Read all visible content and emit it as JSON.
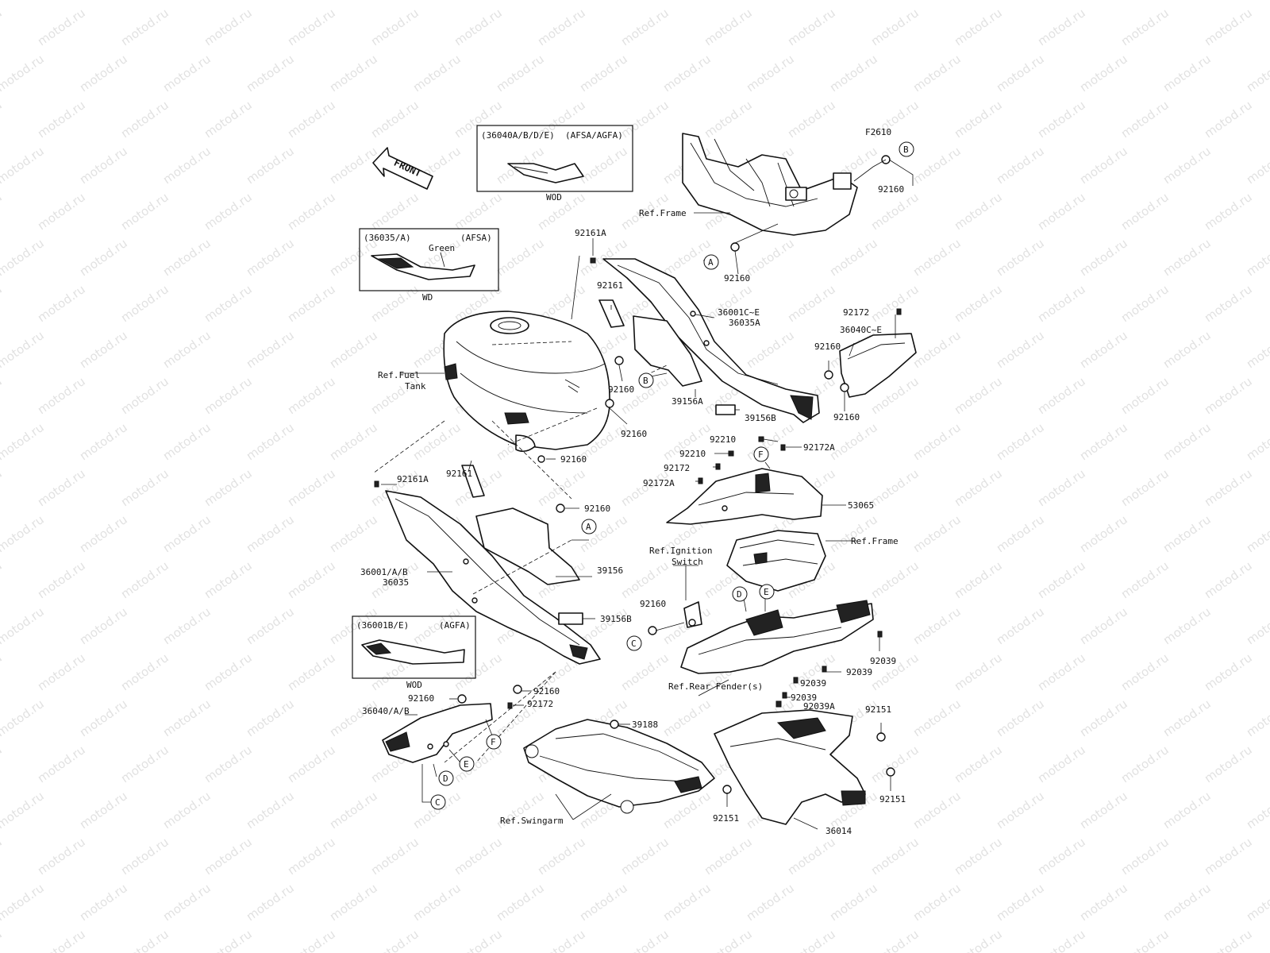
{
  "watermark": "motod.ru",
  "figure_id": "F2610",
  "front_label": "FRONT",
  "insets": [
    {
      "id": "inset-a",
      "header_left": "(36040A/B/D/E)",
      "header_right": "(AFSA/AGFA)",
      "note": "",
      "caption": "WOD"
    },
    {
      "id": "inset-b",
      "header_left": "(36035/A)",
      "header_right": "(AFSA)",
      "note": "Green",
      "caption": "WD"
    },
    {
      "id": "inset-c",
      "header_left": "(36001B/E)",
      "header_right": "(AGFA)",
      "note": "",
      "caption": "WOD"
    }
  ],
  "references": {
    "frame_top": "Ref.Frame",
    "fuel_tank_line1": "Ref.Fuel",
    "fuel_tank_line2": "Tank",
    "frame_mid": "Ref.Frame",
    "ignition_line1": "Ref.Ignition",
    "ignition_line2": "Switch",
    "rear_fender": "Ref.Rear Fender(s)",
    "swingarm": "Ref.Swingarm"
  },
  "callouts": [
    "A",
    "B",
    "C",
    "D",
    "E",
    "F"
  ],
  "part_numbers": {
    "p92160_top": "92160",
    "p92160_a": "92160",
    "p92161A_top": "92161A",
    "p92161_top": "92161",
    "p36001CE": "36001C~E",
    "p36035A": "36035A",
    "p92172_top": "92172",
    "p36040CE": "36040C~E",
    "p92160_r1": "92160",
    "p92160_tank1": "92160",
    "p39156A": "39156A",
    "p39156B_top": "39156B",
    "p92160_r2": "92160",
    "p92160_tank2": "92160",
    "p92160_tank3": "92160",
    "p92210_a": "92210",
    "p92172A_a": "92172A",
    "p92210_b": "92210",
    "p92172_mid": "92172",
    "p92172A_b": "92172A",
    "p92161_mid": "92161",
    "p92161A_mid": "92161A",
    "p53065": "53065",
    "p92160_mid": "92160",
    "p39156": "39156",
    "p36001AB": "36001/A/B",
    "p36035": "36035",
    "p92160_ign": "92160",
    "p39156B_mid": "39156B",
    "p92039_a": "92039",
    "p92039_b": "92039",
    "p92039_c": "92039",
    "p92039_d": "92039",
    "p92039A": "92039A",
    "p92160_low1": "92160",
    "p92160_low2": "92160",
    "p92172_low": "92172",
    "p36040AB": "36040/A/B",
    "p39188": "39188",
    "p92151_a": "92151",
    "p92151_b": "92151",
    "p92151_c": "92151",
    "p36014": "36014"
  }
}
